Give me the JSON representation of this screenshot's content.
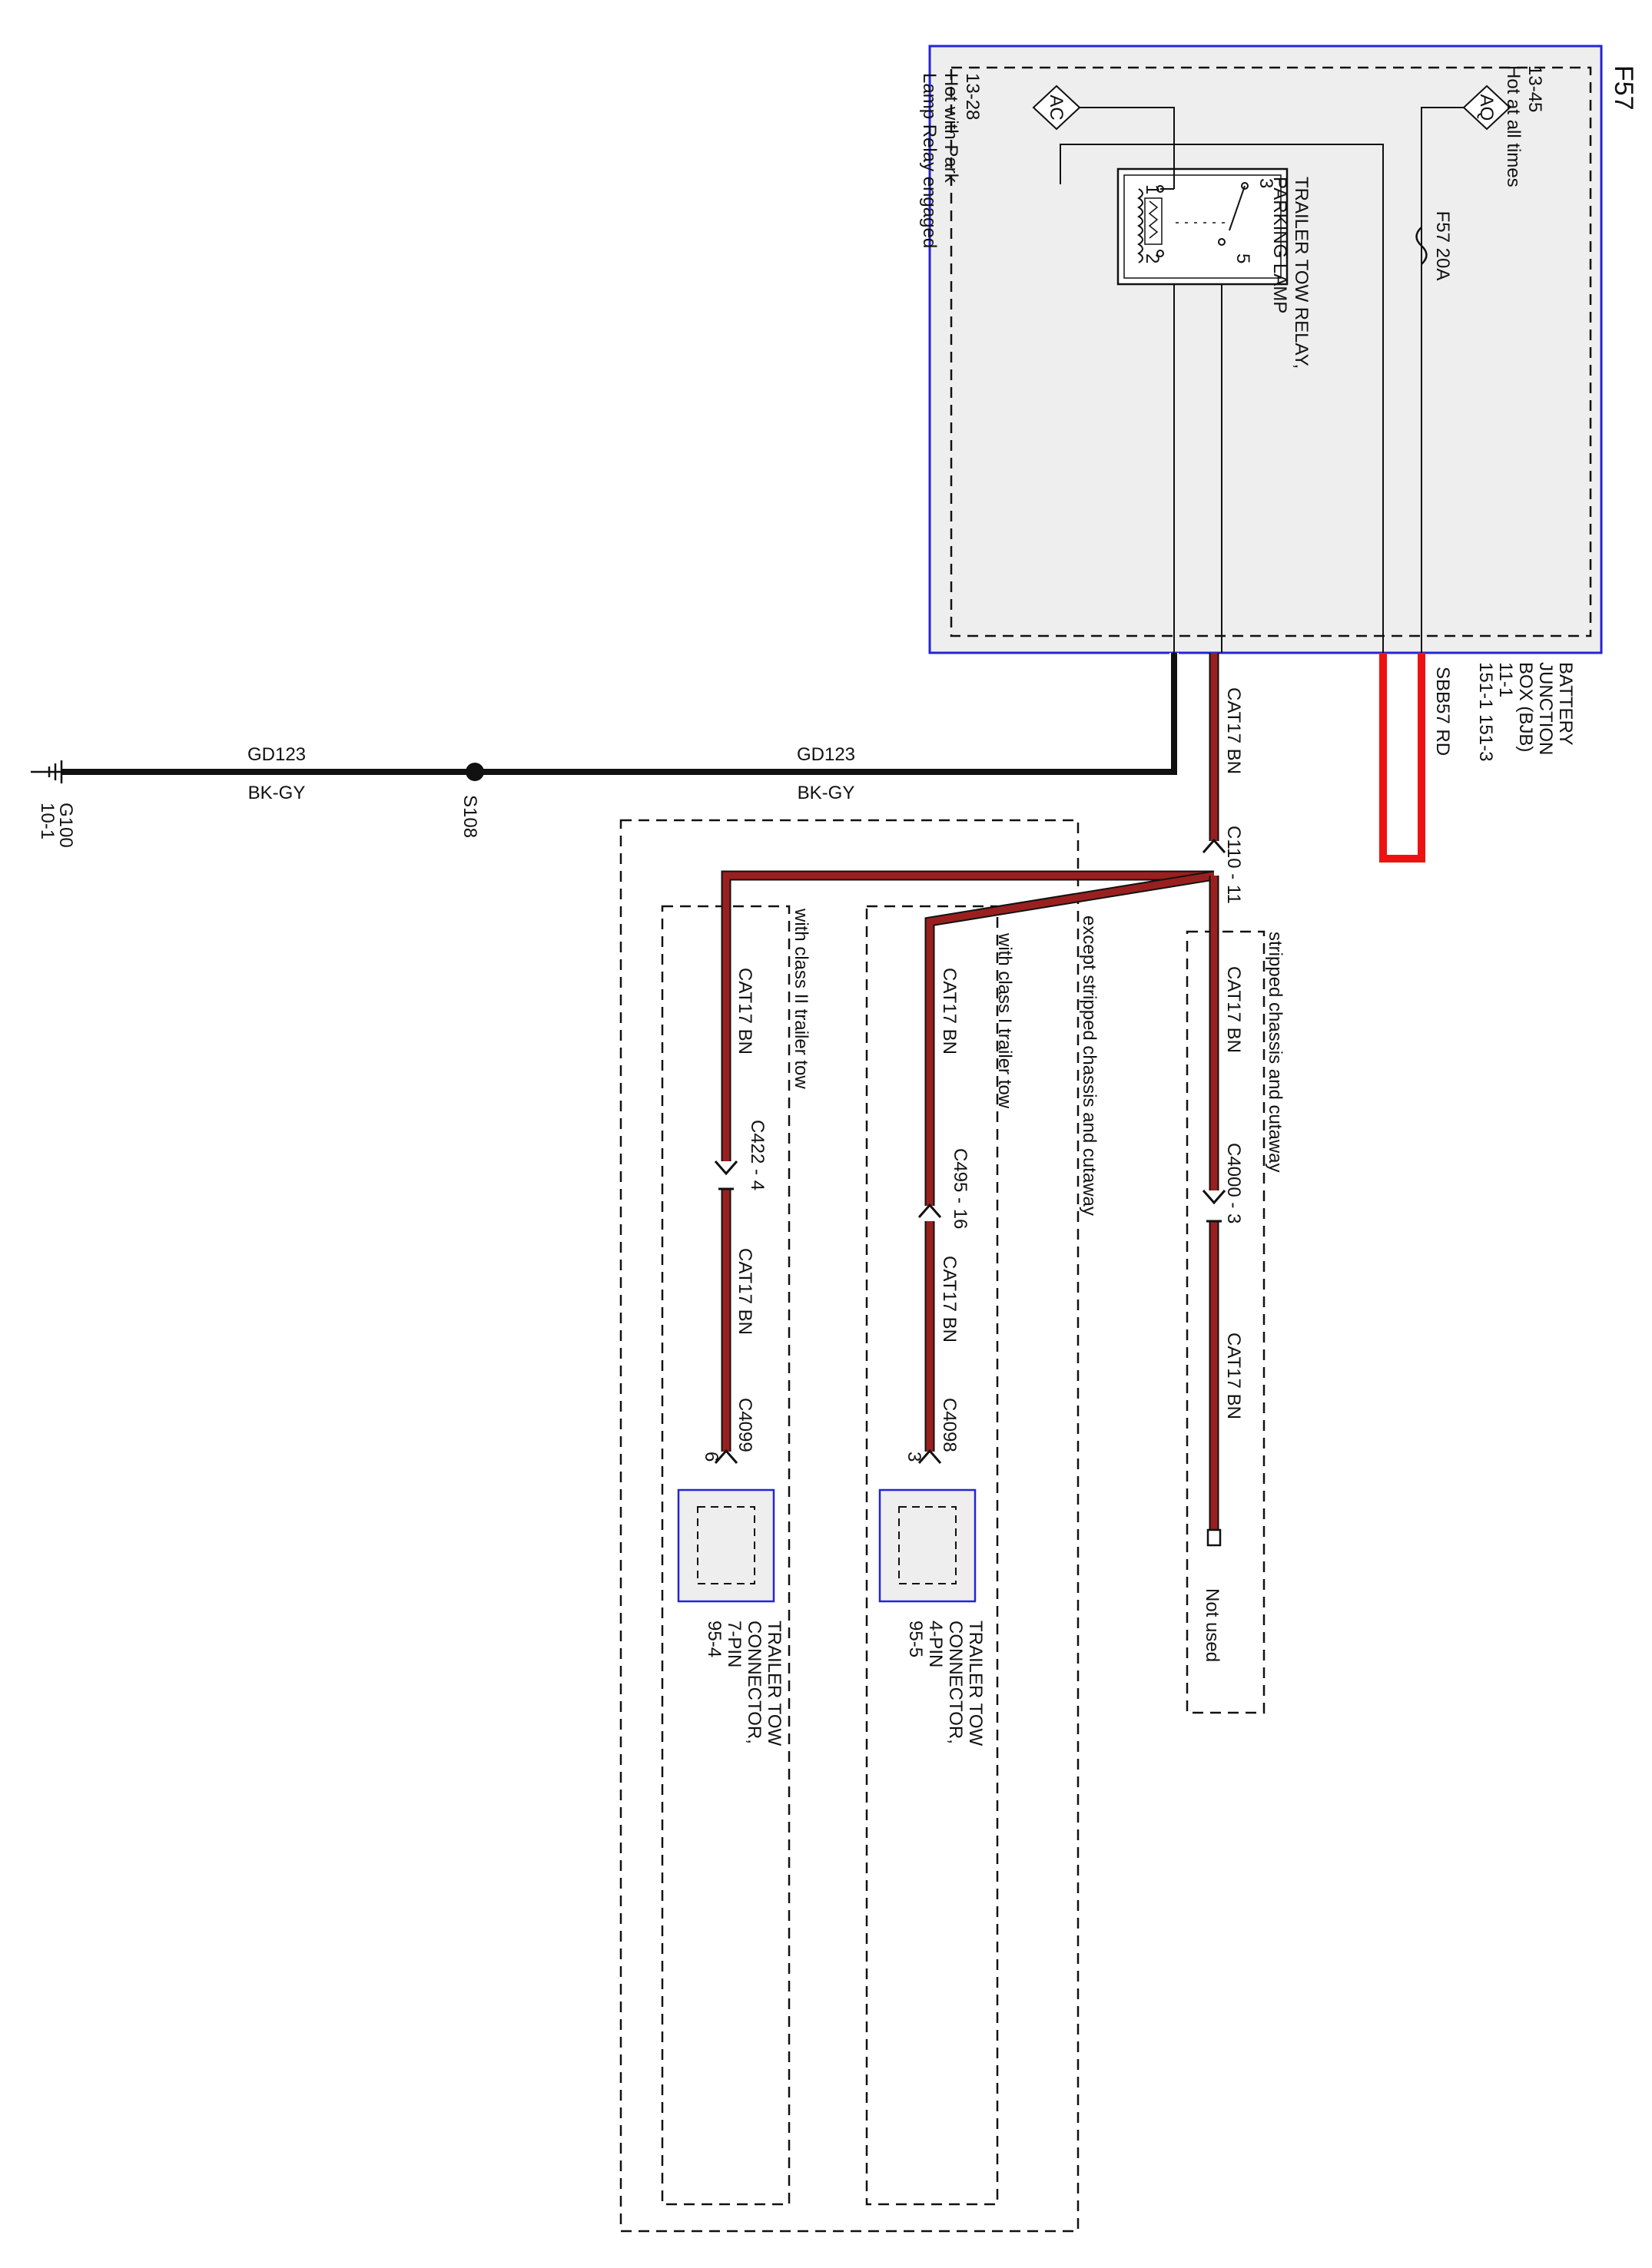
{
  "diagram": {
    "page_code": "F57",
    "bjb": {
      "name_lines": [
        "BATTERY",
        "JUNCTION",
        "BOX (BJB)",
        "11-1",
        "151-1  151-3"
      ],
      "fuse": {
        "id": "F57",
        "rating": "20A"
      },
      "feeds": [
        {
          "symbol": "AQ",
          "ref": "13-45",
          "desc": "Hot at all times"
        },
        {
          "symbol": "AC",
          "ref": "13-28",
          "desc_lines": [
            "Hot with Park",
            "Lamp Relay engaged"
          ]
        }
      ],
      "relay": {
        "name_lines": [
          "TRAILER TOW RELAY,",
          "PARKING LAMP"
        ],
        "pins": [
          "1",
          "2",
          "3",
          "5"
        ]
      }
    },
    "feed_wire": {
      "circuit": "SBB57",
      "color": "RD"
    },
    "ground_wire": {
      "circuit": "GD123",
      "color": "BK-GY",
      "splice": "S108",
      "ground": {
        "id": "G100",
        "ref": "10-1"
      }
    },
    "main_wire": {
      "circuit": "CAT17",
      "color": "BN",
      "connector": "C110",
      "pin": "11"
    },
    "branches": [
      {
        "condition": "stripped chassis and cutaway",
        "wires": [
          {
            "circuit": "CAT17",
            "color": "BN"
          },
          {
            "circuit": "CAT17",
            "color": "BN"
          }
        ],
        "inline_connector": "C4000 - 3",
        "end_label": "Not used"
      },
      {
        "condition": "except stripped chassis and cutaway"
      },
      {
        "condition": "with class I trailer tow",
        "wires": [
          {
            "circuit": "CAT17",
            "color": "BN"
          },
          {
            "circuit": "CAT17",
            "color": "BN"
          }
        ],
        "inline_connector": "C495 - 16",
        "end_connector": "C4098",
        "end_pin": "3",
        "component_lines": [
          "TRAILER TOW",
          "CONNECTOR,",
          "4-PIN",
          "95-5"
        ]
      },
      {
        "condition": "with class II trailer tow",
        "wires": [
          {
            "circuit": "CAT17",
            "color": "BN"
          },
          {
            "circuit": "CAT17",
            "color": "BN"
          }
        ],
        "inline_connector": "C422 - 4",
        "end_connector": "C4099",
        "end_pin": "6",
        "component_lines": [
          "TRAILER TOW",
          "CONNECTOR,",
          "7-PIN",
          "95-4"
        ]
      }
    ],
    "colors": {
      "brown_wire": "#9a2020",
      "red_wire": "#ee1111",
      "black_wire": "#111111",
      "box_border": "#2424d8",
      "box_fill": "#eeeeee"
    }
  }
}
